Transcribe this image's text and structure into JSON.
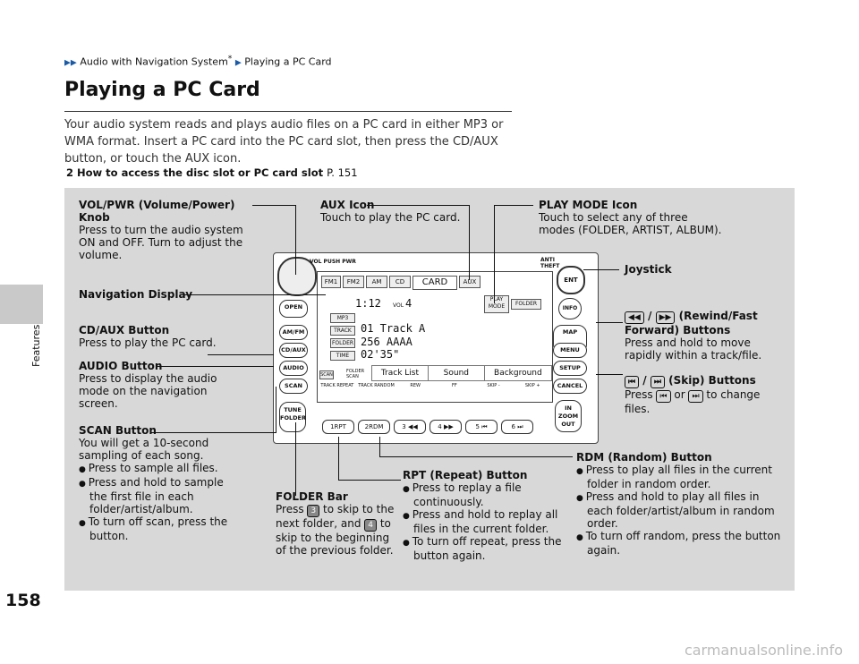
{
  "page": {
    "number": "158",
    "side_tab": "Features"
  },
  "breadcrumb": {
    "part1": "Audio with Navigation System",
    "star": "*",
    "part2": "Playing a PC Card"
  },
  "title": "Playing a PC Card",
  "intro": "Your audio system reads and plays audio files on a PC card in either MP3 or WMA format. Insert a PC card into the PC card slot, then press the CD/AUX button, or touch the AUX icon.",
  "ref": {
    "text": "How to access the disc slot or PC card slot",
    "page": "P. 151"
  },
  "labels": {
    "vol": {
      "title": "VOL/PWR (Volume/Power) Knob",
      "body": "Press to turn the audio system ON and OFF. Turn to adjust the volume."
    },
    "aux": {
      "title": "AUX Icon",
      "body": "Touch to play the PC card."
    },
    "playmode": {
      "title": "PLAY MODE Icon",
      "body": "Touch to select any of three modes (FOLDER, ARTIST, ALBUM)."
    },
    "joystick": {
      "title": "Joystick"
    },
    "navdisplay": {
      "title": "Navigation Display"
    },
    "cdaux": {
      "title": "CD/AUX Button",
      "body": "Press to play the PC card."
    },
    "audio": {
      "title": "AUDIO Button",
      "body": "Press to display the audio mode on the navigation screen."
    },
    "scan": {
      "title": "SCAN Button",
      "body": "You will get a 10-second sampling of each song.",
      "items": [
        "Press to sample all files.",
        "Press and hold to sample the first file in each folder/artist/album.",
        "To turn off scan, press the button."
      ]
    },
    "rewff": {
      "title": "(Rewind/Fast Forward) Buttons",
      "sep": "/",
      "body": "Press and hold to move rapidly within a track/file."
    },
    "skip": {
      "title": "(Skip) Buttons",
      "sep": "/",
      "body_pre": "Press",
      "body_or": "or",
      "body_post": "to change files."
    },
    "folder": {
      "title": "FOLDER Bar",
      "l1": "Press",
      "l1b": "to skip to the",
      "l2": "next folder, and",
      "l2b": "to",
      "l3": "skip to the beginning",
      "l4": "of the previous folder.",
      "k3": "3",
      "k4": "4"
    },
    "rpt": {
      "title": "RPT (Repeat) Button",
      "items": [
        "Press to replay a file continuously.",
        "Press and hold to replay all files in the current folder.",
        "To turn off repeat, press the button again."
      ]
    },
    "rdm": {
      "title": "RDM (Random) Button",
      "items": [
        "Press to play all files in the current folder in random order.",
        "Press and hold to play all files in each folder/artist/album in random order.",
        "To turn off random, press the button again."
      ]
    }
  },
  "device": {
    "vol_label": "VOL PUSH PWR",
    "anti_theft": "ANTI THEFT",
    "source_tabs": [
      "FM1",
      "FM2",
      "AM",
      "CD",
      "CARD",
      "AUX"
    ],
    "play_mode": "PLAY MODE",
    "folder_chip": "FOLDER",
    "time": "1:12",
    "vol_text": "VOL",
    "vol_value": "4",
    "chips": [
      "MP3",
      "TRACK",
      "FOLDER",
      "TIME"
    ],
    "track": "01  Track A",
    "folder_name": "256 AAAA",
    "elapsed": "02'35\"",
    "scan_chip": "SCAN",
    "folder_scan": "FOLDER SCAN",
    "menu": [
      "Track List",
      "Sound",
      "Background"
    ],
    "soft": [
      "TRACK REPEAT",
      "TRACK RANDOM",
      "REW",
      "FF",
      "SKIP -",
      "SKIP +"
    ],
    "left_buttons": [
      "OPEN",
      "AM/FM",
      "CD/AUX",
      "AUDIO",
      "SCAN"
    ],
    "tune": "TUNE FOLDER",
    "right_buttons": [
      "ENT",
      "INFO",
      "MAP GUIDE",
      "MENU",
      "SETUP",
      "CANCEL"
    ],
    "zoom": "IN ZOOM OUT",
    "presets": [
      "1RPT",
      "2RDM",
      "3",
      "4",
      "5",
      "6"
    ]
  },
  "watermark": "carmanualsonline.info"
}
